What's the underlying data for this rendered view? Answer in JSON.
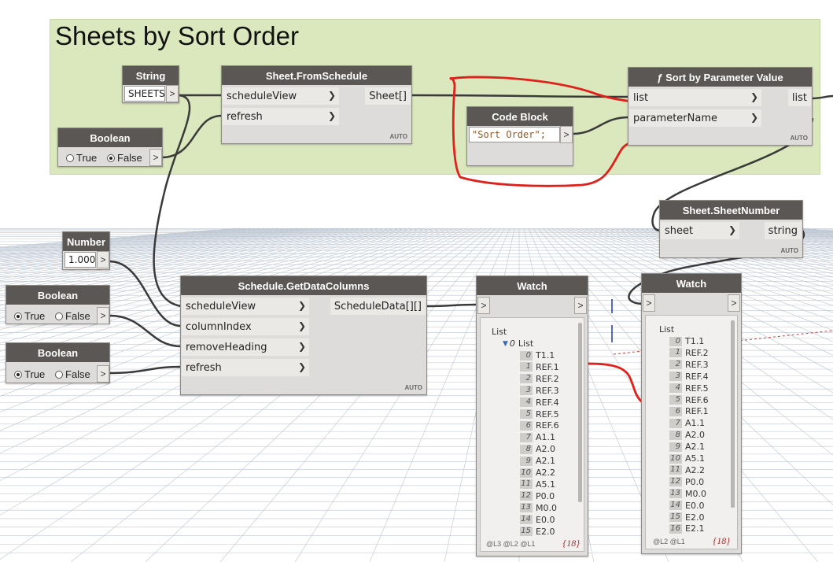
{
  "group": {
    "title": "Sheets by Sort Order"
  },
  "nodes": {
    "string_node": {
      "title": "String",
      "value": "SHEETS",
      "out": ">"
    },
    "bool1": {
      "title": "Boolean",
      "true_label": "True",
      "false_label": "False",
      "selected": "False",
      "out": ">"
    },
    "from_schedule": {
      "title": "Sheet.FromSchedule",
      "inputs": [
        "scheduleView",
        "refresh"
      ],
      "output": "Sheet[]",
      "lacing": "AUTO"
    },
    "code_block": {
      "title": "Code Block",
      "code": "\"Sort Order\";",
      "out": ">"
    },
    "sort_param": {
      "title": "ƒ Sort by Parameter Value",
      "inputs": [
        "list",
        "parameterName"
      ],
      "output": "list",
      "lacing": "AUTO"
    },
    "sheet_number": {
      "title": "Sheet.SheetNumber",
      "inputs": [
        "sheet"
      ],
      "output": "string",
      "lacing": "AUTO"
    },
    "number_node": {
      "title": "Number",
      "value": "1.000",
      "out": ">"
    },
    "bool2": {
      "title": "Boolean",
      "true_label": "True",
      "false_label": "False",
      "selected": "True",
      "out": ">"
    },
    "bool3": {
      "title": "Boolean",
      "true_label": "True",
      "false_label": "False",
      "selected": "True",
      "out": ">"
    },
    "get_data_columns": {
      "title": "Schedule.GetDataColumns",
      "inputs": [
        "scheduleView",
        "columnIndex",
        "removeHeading",
        "refresh"
      ],
      "output": "ScheduleData[][]",
      "lacing": "AUTO"
    },
    "watch1": {
      "title": "Watch",
      "in": ">",
      "out": ">",
      "root": "List",
      "sublist": "List",
      "sublist_index": "0",
      "items": [
        {
          "i": "0",
          "v": "T1.1"
        },
        {
          "i": "1",
          "v": "REF.1"
        },
        {
          "i": "2",
          "v": "REF.2"
        },
        {
          "i": "3",
          "v": "REF.3"
        },
        {
          "i": "4",
          "v": "REF.4"
        },
        {
          "i": "5",
          "v": "REF.5"
        },
        {
          "i": "6",
          "v": "REF.6"
        },
        {
          "i": "7",
          "v": "A1.1"
        },
        {
          "i": "8",
          "v": "A2.0"
        },
        {
          "i": "9",
          "v": "A2.1"
        },
        {
          "i": "10",
          "v": "A2.2"
        },
        {
          "i": "11",
          "v": "A5.1"
        },
        {
          "i": "12",
          "v": "P0.0"
        },
        {
          "i": "13",
          "v": "M0.0"
        },
        {
          "i": "14",
          "v": "E0.0"
        },
        {
          "i": "15",
          "v": "E2.0"
        }
      ],
      "levels": "@L3 @L2 @L1",
      "count": "{18}"
    },
    "watch2": {
      "title": "Watch",
      "in": ">",
      "out": ">",
      "root": "List",
      "items": [
        {
          "i": "0",
          "v": "T1.1"
        },
        {
          "i": "1",
          "v": "REF.2"
        },
        {
          "i": "2",
          "v": "REF.3"
        },
        {
          "i": "3",
          "v": "REF.4"
        },
        {
          "i": "4",
          "v": "REF.5"
        },
        {
          "i": "5",
          "v": "REF.6"
        },
        {
          "i": "6",
          "v": "REF.1"
        },
        {
          "i": "7",
          "v": "A1.1"
        },
        {
          "i": "8",
          "v": "A2.0"
        },
        {
          "i": "9",
          "v": "A2.1"
        },
        {
          "i": "10",
          "v": "A5.1"
        },
        {
          "i": "11",
          "v": "A2.2"
        },
        {
          "i": "12",
          "v": "P0.0"
        },
        {
          "i": "13",
          "v": "M0.0"
        },
        {
          "i": "14",
          "v": "E0.0"
        },
        {
          "i": "15",
          "v": "E2.0"
        },
        {
          "i": "16",
          "v": "E2.1"
        }
      ],
      "levels": "@L2 @L1",
      "count": "{18}"
    }
  },
  "colors": {
    "header": "#5a5754",
    "group_bg": "#dbe8bd",
    "annotation": "#e0201a",
    "wire": "#3a3a3a"
  }
}
